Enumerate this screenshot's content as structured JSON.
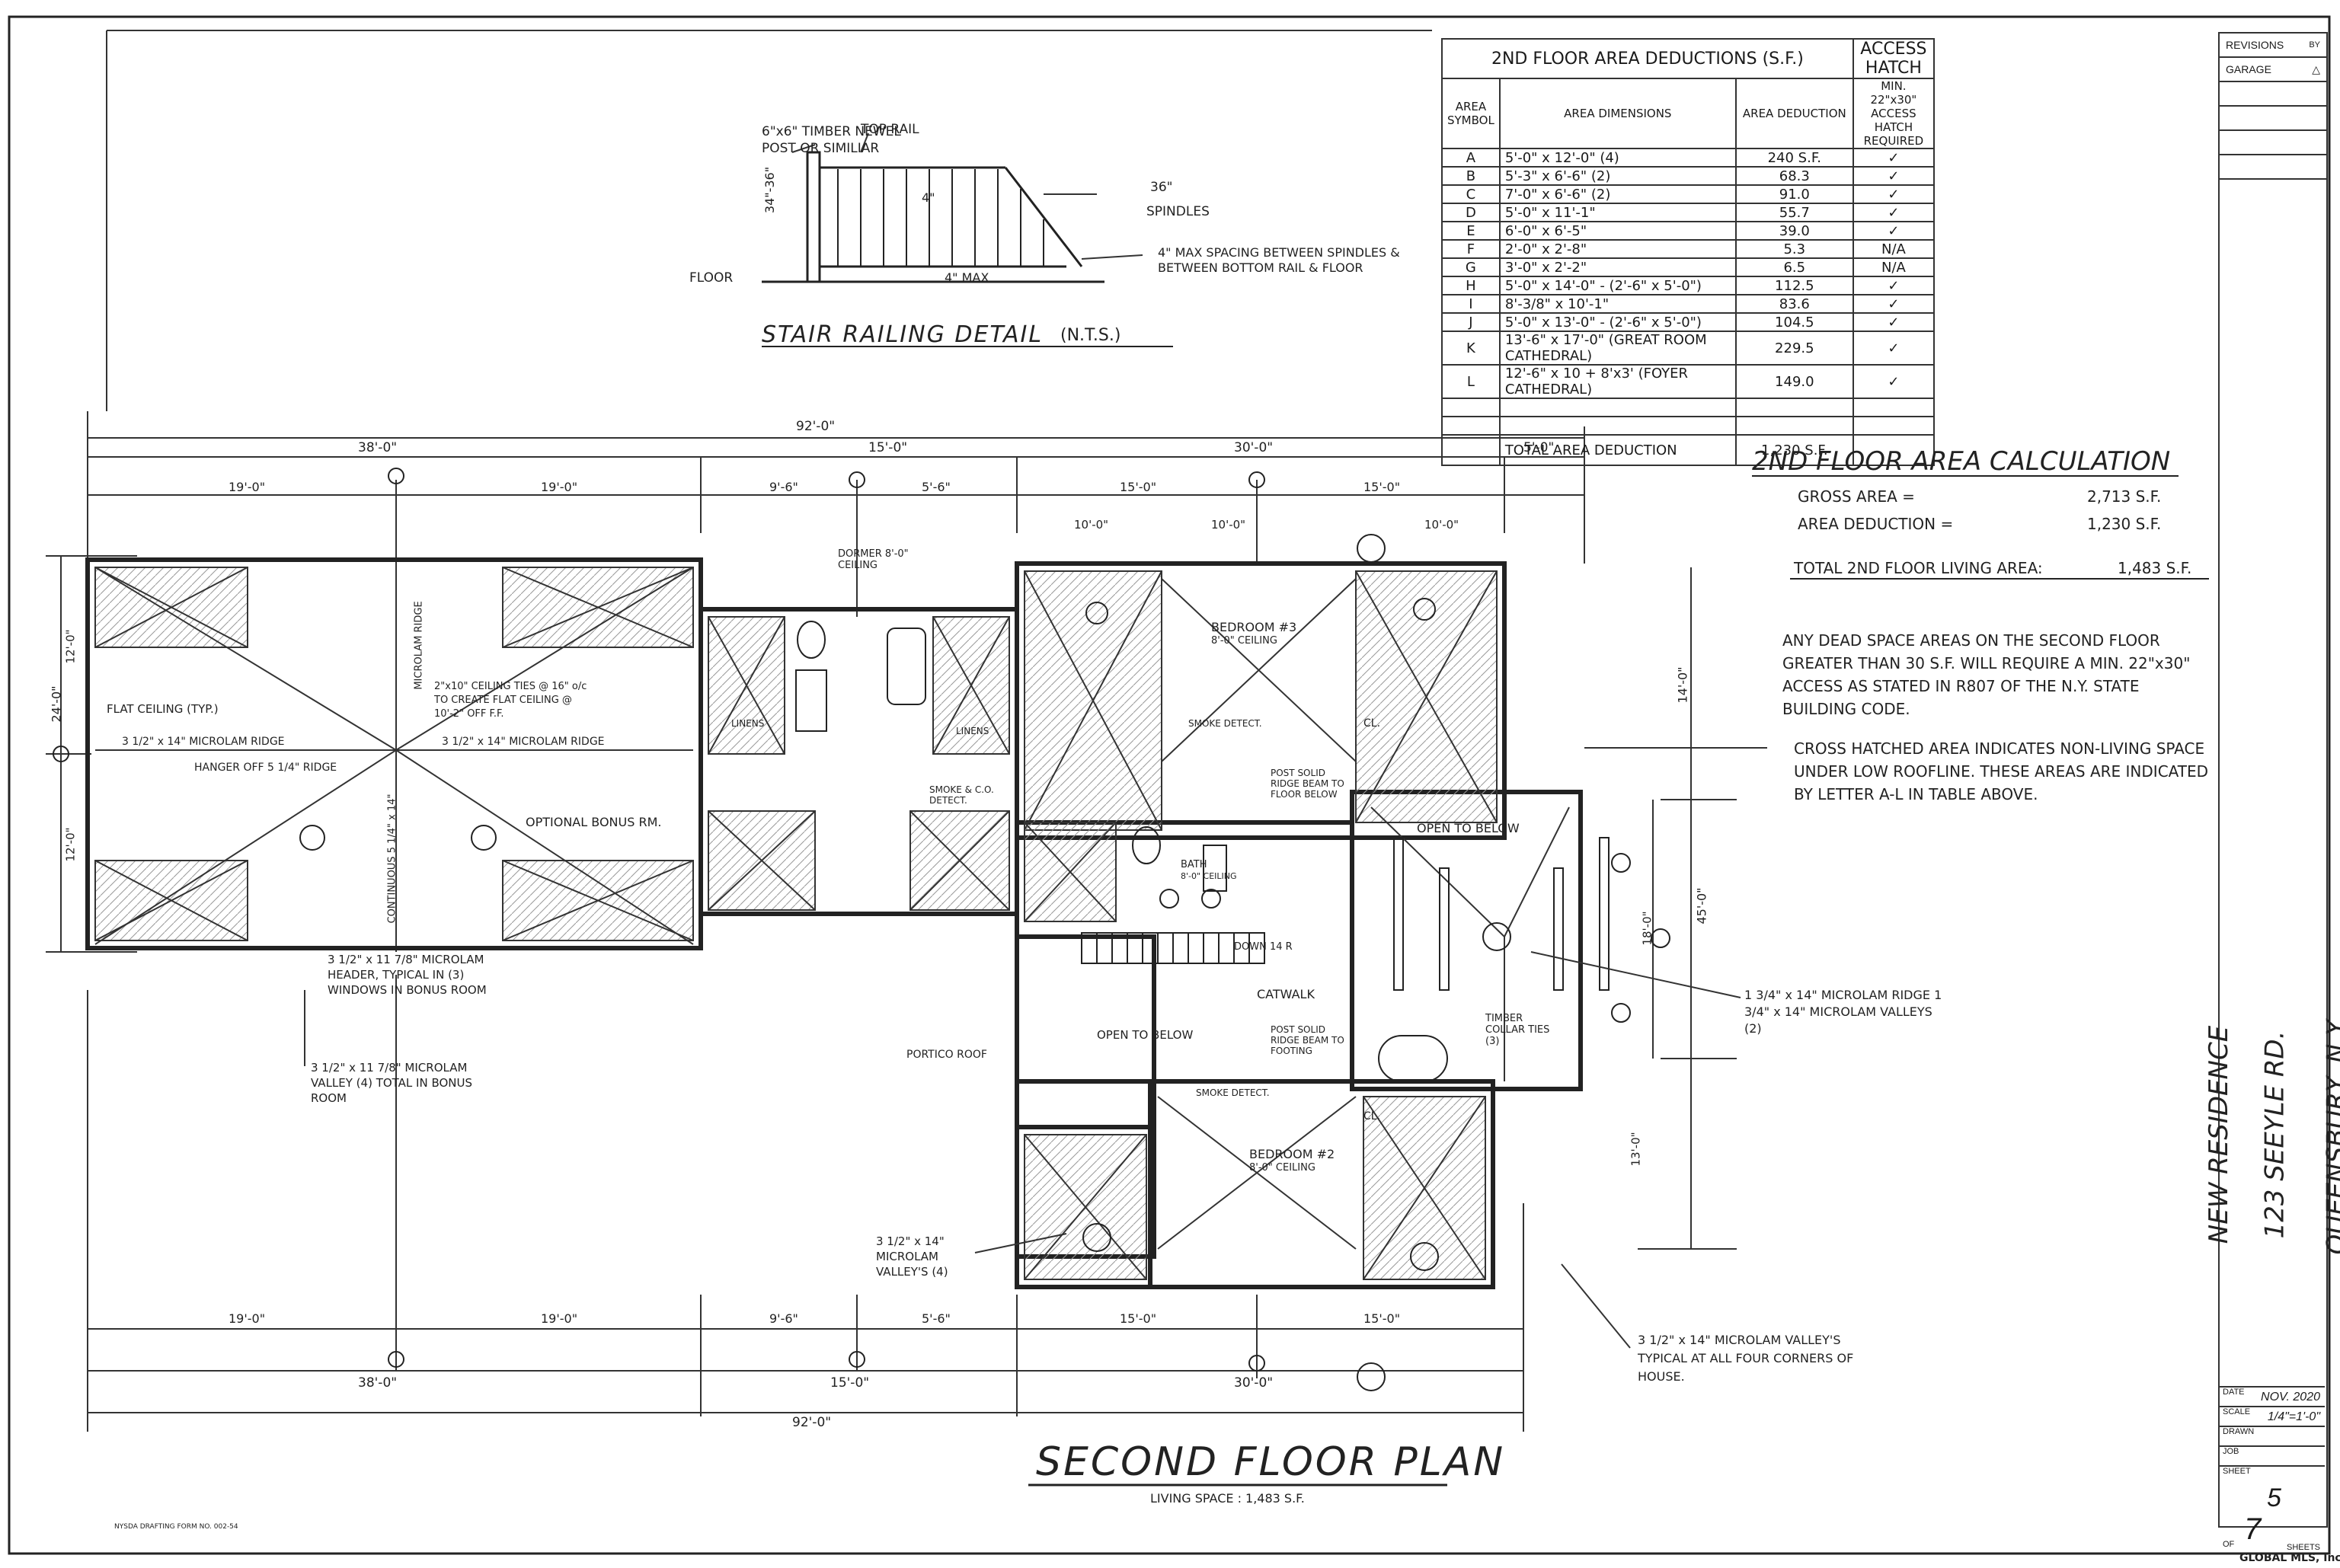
{
  "railing": {
    "title": "STAIR RAILING DETAIL",
    "nts": "(N.T.S.)",
    "newel_note": "6\"x6\" TIMBER NEWEL POST OR SIMILIAR",
    "top_rail": "TOP RAIL",
    "spindles": "SPINDLES",
    "height_36": "36\"",
    "height_range": "34\"-36\"",
    "spacing_note": "4\" MAX SPACING BETWEEN SPINDLES & BETWEEN BOTTOM RAIL & FLOOR",
    "four_in": "4\"",
    "four_max": "4\" MAX",
    "floor": "FLOOR"
  },
  "deduction_table": {
    "title": "2ND FLOOR AREA DEDUCTIONS (S.F.)",
    "hatch_title": "ACCESS HATCH",
    "col_symbol": "AREA SYMBOL",
    "col_dims": "AREA DIMENSIONS",
    "col_ded": "AREA DEDUCTION",
    "col_hatch": "MIN. 22\"x30\" ACCESS HATCH REQUIRED",
    "rows": [
      {
        "sym": "A",
        "dims": "5'-0\" x 12'-0\" (4)",
        "ded": "240 S.F.",
        "hatch": "✓"
      },
      {
        "sym": "B",
        "dims": "5'-3\" x 6'-6\" (2)",
        "ded": "68.3",
        "hatch": "✓"
      },
      {
        "sym": "C",
        "dims": "7'-0\" x 6'-6\" (2)",
        "ded": "91.0",
        "hatch": "✓"
      },
      {
        "sym": "D",
        "dims": "5'-0\" x 11'-1\"",
        "ded": "55.7",
        "hatch": "✓"
      },
      {
        "sym": "E",
        "dims": "6'-0\" x 6'-5\"",
        "ded": "39.0",
        "hatch": "✓"
      },
      {
        "sym": "F",
        "dims": "2'-0\" x 2'-8\"",
        "ded": "5.3",
        "hatch": "N/A"
      },
      {
        "sym": "G",
        "dims": "3'-0\" x 2'-2\"",
        "ded": "6.5",
        "hatch": "N/A"
      },
      {
        "sym": "H",
        "dims": "5'-0\" x 14'-0\" - (2'-6\" x 5'-0\")",
        "ded": "112.5",
        "hatch": "✓"
      },
      {
        "sym": "I",
        "dims": "8'-3/8\" x 10'-1\"",
        "ded": "83.6",
        "hatch": "✓"
      },
      {
        "sym": "J",
        "dims": "5'-0\" x 13'-0\" - (2'-6\" x 5'-0\")",
        "ded": "104.5",
        "hatch": "✓"
      },
      {
        "sym": "K",
        "dims": "13'-6\" x 17'-0\" (GREAT ROOM CATHEDRAL)",
        "ded": "229.5",
        "hatch": "✓"
      },
      {
        "sym": "L",
        "dims": "12'-6\" x 10 + 8'x3' (FOYER CATHEDRAL)",
        "ded": "149.0",
        "hatch": "✓"
      }
    ],
    "total_label": "TOTAL AREA DEDUCTION",
    "total_value": "1,230 S.F."
  },
  "calc": {
    "title": "2ND FLOOR AREA CALCULATION",
    "gross_label": "GROSS AREA =",
    "gross_value": "2,713 S.F.",
    "ded_label": "AREA DEDUCTION =",
    "ded_value": "1,230 S.F.",
    "total_label": "TOTAL 2ND FLOOR LIVING AREA:",
    "total_value": "1,483 S.F."
  },
  "notes": {
    "dead_space": "ANY DEAD SPACE AREAS ON THE SECOND FLOOR GREATER THAN 30 S.F. WILL REQUIRE A MIN. 22\"x30\" ACCESS AS STATED IN R807 OF THE N.Y. STATE BUILDING CODE.",
    "cross_hatch": "CROSS HATCHED AREA INDICATES NON-LIVING SPACE UNDER LOW ROOFLINE. THESE AREAS ARE INDICATED BY LETTER A-L IN TABLE ABOVE.",
    "ridge_note": "1 3/4\" x 14\" MICROLAM RIDGE 1 3/4\" x 14\" MICROLAM VALLEYS (2)",
    "valley_corner": "3 1/2\" x 14\" MICROLAM VALLEY'S TYPICAL AT ALL FOUR CORNERS OF HOUSE.",
    "header_note": "3 1/2\" x 11 7/8\" MICROLAM HEADER, TYPICAL IN (3) WINDOWS IN BONUS ROOM",
    "valley_bonus": "3 1/2\" x 11 7/8\" MICROLAM VALLEY (4) TOTAL IN BONUS ROOM",
    "valley_front": "3 1/2\" x 14\" MICROLAM VALLEY'S (4)"
  },
  "rooms": {
    "bedroom3": "BEDROOM #3",
    "bedroom3_ceiling": "8'-0\" CEILING",
    "bedroom2": "BEDROOM #2",
    "bedroom2_ceiling": "8'-0\" CEILING",
    "bath": "BATH",
    "bath_ceiling": "8'-0\" CEILING",
    "open_below_great": "OPEN TO BELOW",
    "open_below_foyer": "OPEN TO BELOW",
    "catwalk": "CATWALK",
    "optional_bonus": "OPTIONAL BONUS RM.",
    "flat_ceiling": "FLAT CEILING (TYP.)",
    "portico": "PORTICO ROOF",
    "linens1": "LINENS",
    "linens2": "LINENS",
    "cl1": "CL.",
    "cl2": "CL.",
    "dormer_ceiling": "DORMER 8'-0\" CEILING",
    "smoke1": "SMOKE DETECT.",
    "smoke2": "SMOKE DETECT.",
    "smoke_co": "SMOKE & C.O. DETECT.",
    "ridge1": "3 1/2\" x 14\" MICROLAM RIDGE",
    "ridge2": "3 1/2\" x 14\" MICROLAM RIDGE",
    "microlam_ridge": "MICROLAM RIDGE",
    "continuous": "CONTINUOUS 5 1/4\" x 14\"",
    "hanger": "HANGER OFF 5 1/4\" RIDGE",
    "ceiling_ties": "2\"x10\" CEILING TIES @ 16\" o/c TO CREATE FLAT CEILING @ 10'-2\" OFF F.F.",
    "post": "POST SOLID RIDGE BEAM TO FLOOR BELOW",
    "post2": "POST SOLID RIDGE BEAM TO FOOTING",
    "timber_collar": "TIMBER COLLAR TIES (3)",
    "down": "DOWN 14 R"
  },
  "dims": {
    "top_overall": "92'-0\"",
    "top_left": "38'-0\"",
    "top_mid": "15'-0\"",
    "top_right": "30'-0\"",
    "top_far": "5'-0\"",
    "seg_19a": "19'-0\"",
    "seg_19b": "19'-0\"",
    "seg_96a": "9'-6\"",
    "seg_56a": "5'-6\"",
    "seg_15a": "15'-0\"",
    "seg_15b": "15'-0\"",
    "dormer_10a": "10'-0\"",
    "dormer_10b": "10'-0\"",
    "dormer_10c": "10'-0\"",
    "left_24": "24'-0\"",
    "left_12a": "12'-0\"",
    "left_12b": "12'-0\"",
    "right_14": "14'-0\"",
    "right_45": "45'-0\"",
    "right_18": "18'-0\"",
    "right_13": "13'-0\"",
    "bot_overall": "92'-0\"",
    "bot_left": "38'-0\"",
    "bot_mid": "15'-0\"",
    "bot_right": "30'-0\"",
    "bot_19a": "19'-0\"",
    "bot_19b": "19'-0\"",
    "bot_96": "9'-6\"",
    "bot_56": "5'-6\"",
    "bot_15a": "15'-0\"",
    "bot_15b": "15'-0\""
  },
  "plan": {
    "title": "SECOND FLOOR PLAN",
    "living_space": "LIVING SPACE : 1,483 S.F."
  },
  "revisions": {
    "header": "REVISIONS",
    "by": "BY",
    "garage": "GARAGE",
    "delta": "1"
  },
  "project": {
    "line1": "NEW RESIDENCE",
    "line2": "123 SEEYLE RD.",
    "line3": "QUEENSBURY, N.Y."
  },
  "titleblock": {
    "date_label": "DATE",
    "date": "NOV. 2020",
    "scale_label": "SCALE",
    "scale": "1/4\"=1'-0\"",
    "drawn_label": "DRAWN",
    "job_label": "JOB",
    "sheet_label": "SHEET",
    "sheet": "5",
    "of_label": "OF",
    "of": "7",
    "sheets_label": "SHEETS"
  },
  "footer": {
    "watermark": "GLOBAL MLS, Inc.",
    "form_no": "NYSDA DRAFTING FORM NO. 002-54"
  }
}
